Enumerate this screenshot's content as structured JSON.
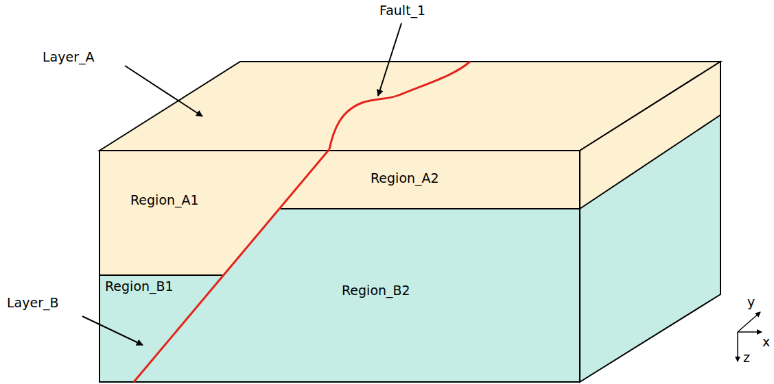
{
  "diagram": {
    "labels": [
      "Fault_1",
      "Layer_A",
      "Region_A1",
      "Region_A2",
      "Region_B1",
      "Region_B2",
      "Layer_B",
      "y",
      "x",
      "z"
    ]
  }
}
